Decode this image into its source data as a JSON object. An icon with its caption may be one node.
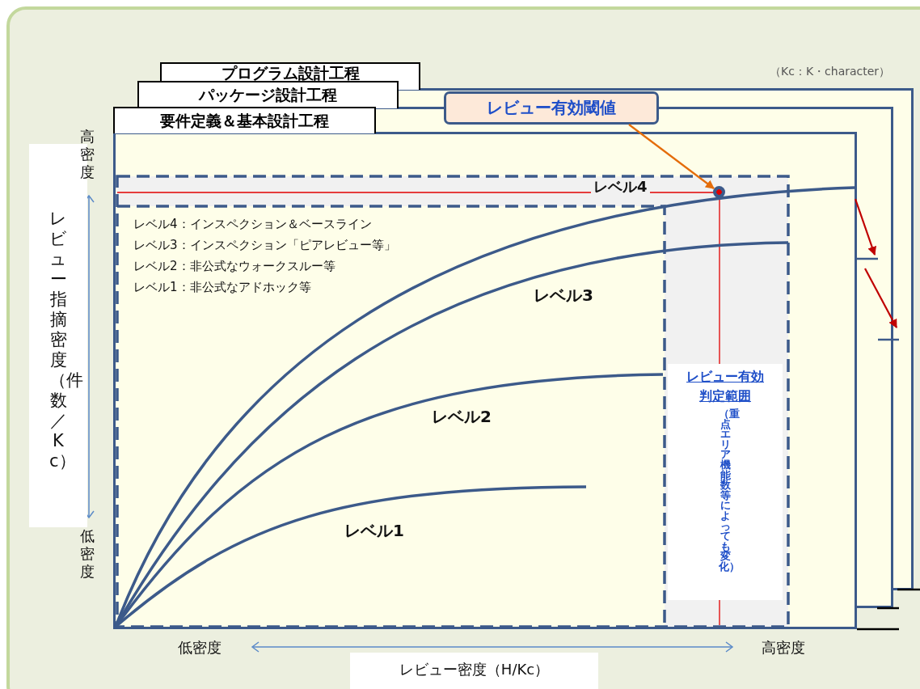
{
  "diagram": {
    "nodes": [
      {
        "text": [
          "プログラム設計工程"
        ]
      },
      {
        "text": [
          "パッケージ設計工程"
        ]
      },
      {
        "text": [
          "要件定義＆基本設計工程"
        ]
      },
      {
        "text": [
          "レビュー有効閾値"
        ]
      },
      {
        "text": [],
        "shape": "circle"
      },
      {
        "text": [
          "レビュー有効判定範囲",
          "（重点エリア機能数等によっても変化）"
        ]
      }
    ],
    "edges": [
      {
        "from": 3,
        "to": 4,
        "arrow": "to",
        "color": "#e46c0a"
      }
    ],
    "labels": [
      "（Kc：K・character）",
      "高密度",
      "レベル4",
      "レベル4：インスペクション＆ベースライン",
      "レベル3：インスペクション「ピアレビュー等」",
      "レベル2：非公式なウォークスルー等",
      "レベル1：非公式なアドホック等",
      "レビュー指摘密度（件数／Kc）",
      "レベル3",
      "レベル2",
      "レベル1",
      "低密度",
      "低密度",
      "高密度",
      "レビュー密度（H/Kc）"
    ]
  }
}
